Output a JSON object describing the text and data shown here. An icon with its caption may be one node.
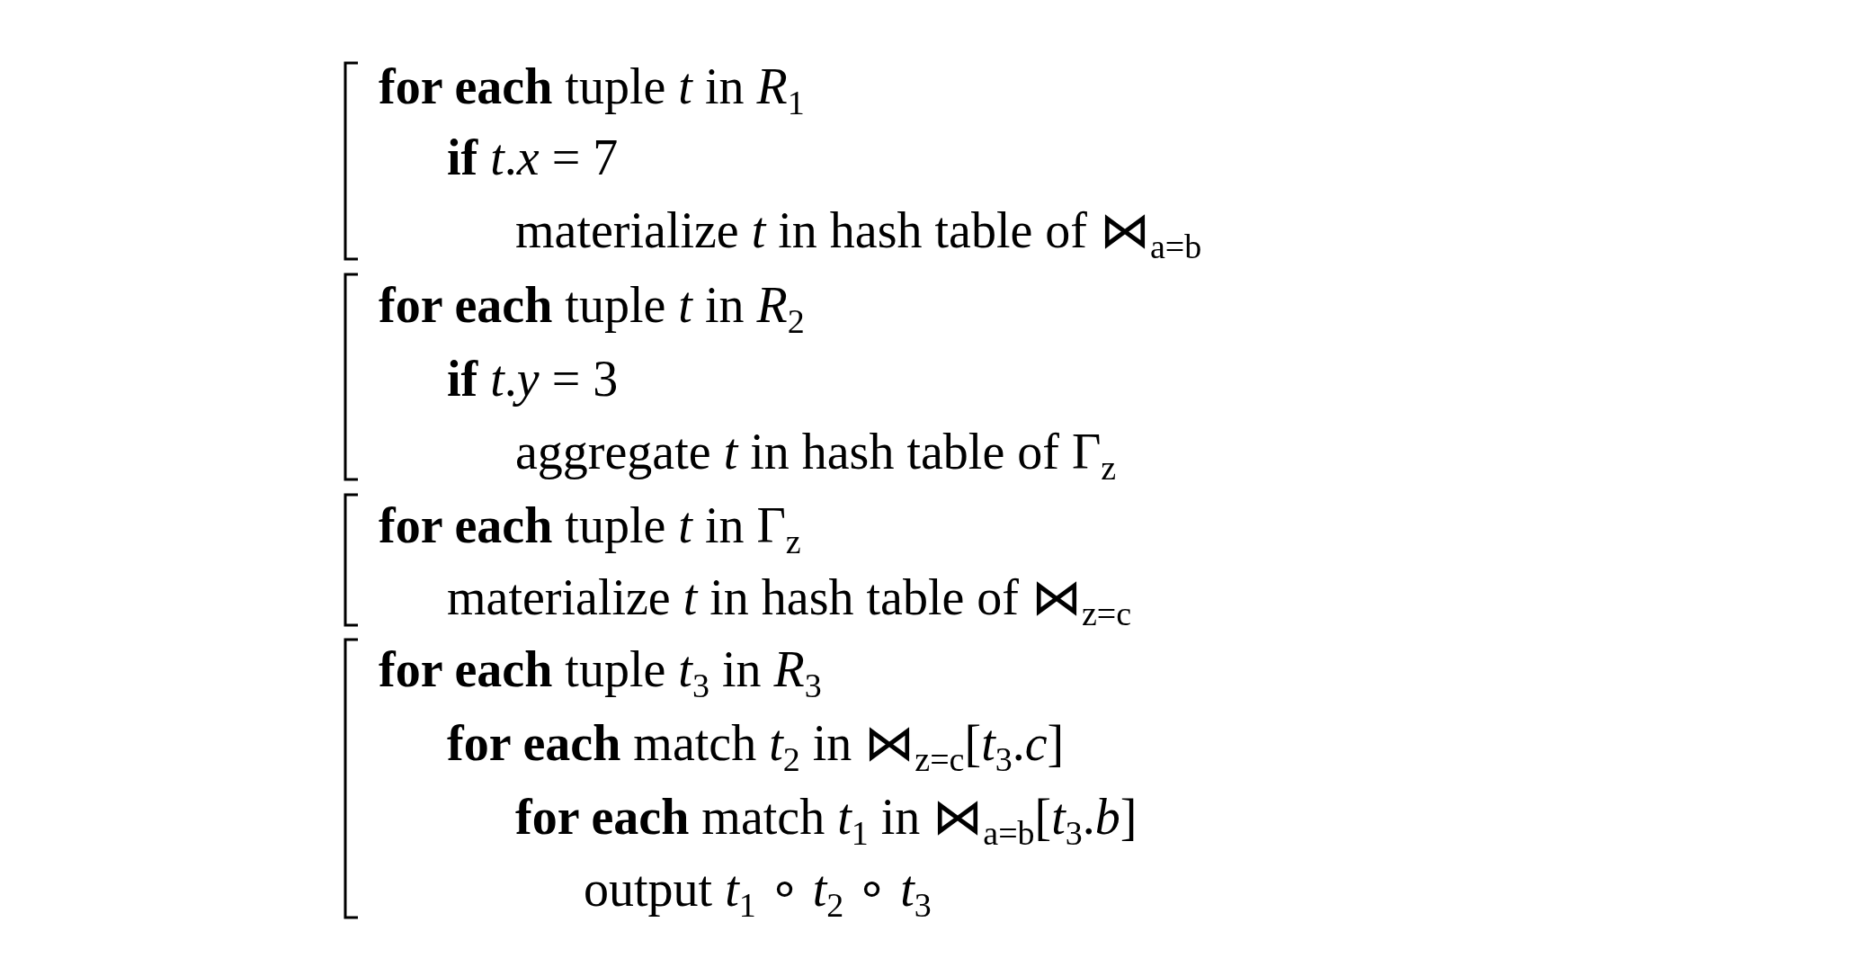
{
  "diagram": {
    "labels": [
      "**for each** tuple *t* in *R*$_{1}$",
      "**if** *t*.*x* = 7",
      "materialize *t* in hash table of ⋈$_{a=b}$",
      "**for each** tuple *t* in *R*$_{2}$",
      "**if** *t*.*y* = 3",
      "aggregate *t* in hash table of Γ$_{z}$",
      "**for each** tuple *t* in Γ$_{z}$",
      "materialize *t* in hash table of ⋈$_{z=c}$",
      "**for each** tuple *t*$_{3}$ in *R*$_{3}$",
      "**for each** match *t*$_{2}$ in ⋈$_{z=c}$[*t*$_{3}$.*c*]",
      "**for each** match *t*$_{1}$ in ⋈$_{a=b}$[*t*$_{3}$.*b*]",
      "output *t*$_{1}$ ∘ *t*$_{2}$ ∘ *t*$_{3}$"
    ]
  }
}
